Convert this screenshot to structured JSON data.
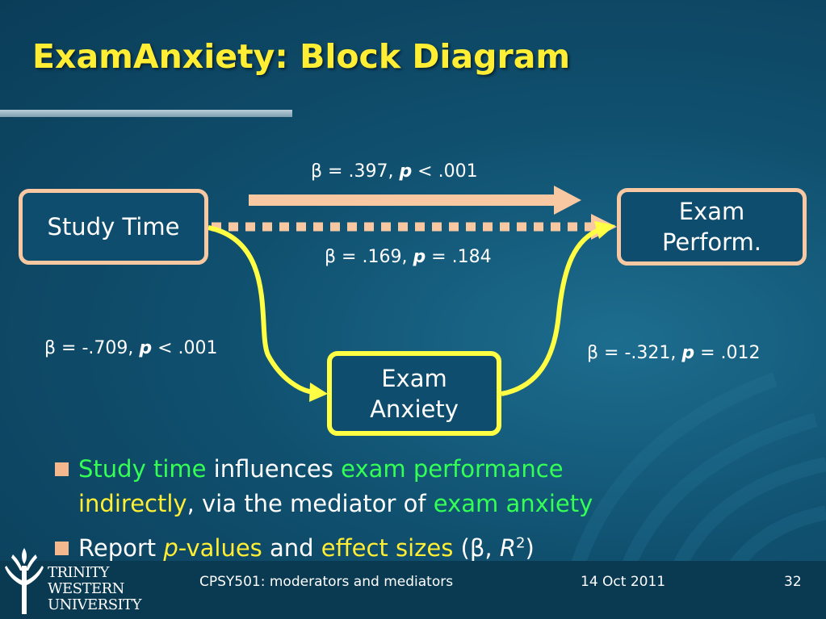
{
  "slide": {
    "title": "ExamAnxiety: Block Diagram"
  },
  "diagram": {
    "nodes": {
      "study_time": {
        "label": "Study Time"
      },
      "exam_performance": {
        "line1": "Exam",
        "line2": "Perform."
      },
      "exam_anxiety": {
        "line1": "Exam",
        "line2": "Anxiety"
      }
    },
    "paths": {
      "total": {
        "beta": "β = .397, ",
        "p_symbol": "p",
        "p_value": " < .001"
      },
      "direct": {
        "beta": "β = .169, ",
        "p_symbol": "p",
        "p_value": " = .184"
      },
      "a_path": {
        "beta": "β = -.709, ",
        "p_symbol": "p",
        "p_value": " < .001"
      },
      "b_path": {
        "beta": "β = -.321, ",
        "p_symbol": "p",
        "p_value": " = .012"
      }
    },
    "colors": {
      "total_arrow": "#f7c8a2",
      "direct_arrow": "#f7c8a2",
      "mediated_arrow": "#ffff44",
      "box_border": "#f7c8a2",
      "mediator_border": "#ffff44"
    }
  },
  "bullets": {
    "b1": {
      "t1": "Study time",
      "t2": " influences ",
      "t3": "exam performance",
      "t4": "indirectly",
      "t5": ", via the mediator of ",
      "t6": "exam anxiety"
    },
    "b2": {
      "t1": "Report ",
      "t2": "p",
      "t3": "-values",
      "t4": " and ",
      "t5": "effect sizes",
      "t6": " (β, ",
      "t7": "R",
      "t8": "2",
      "t9": ")"
    }
  },
  "footer": {
    "logo_line1": "TRINITY",
    "logo_line2": "WESTERN",
    "logo_line3": "UNIVERSITY",
    "course": "CPSY501: moderators and mediators",
    "date": "14 Oct 2011",
    "page": "32"
  },
  "theme": {
    "title_color": "#ffee33",
    "highlight_green": "#33ff55",
    "highlight_yellow": "#ffee33",
    "bullet_color": "#f3b88e"
  }
}
